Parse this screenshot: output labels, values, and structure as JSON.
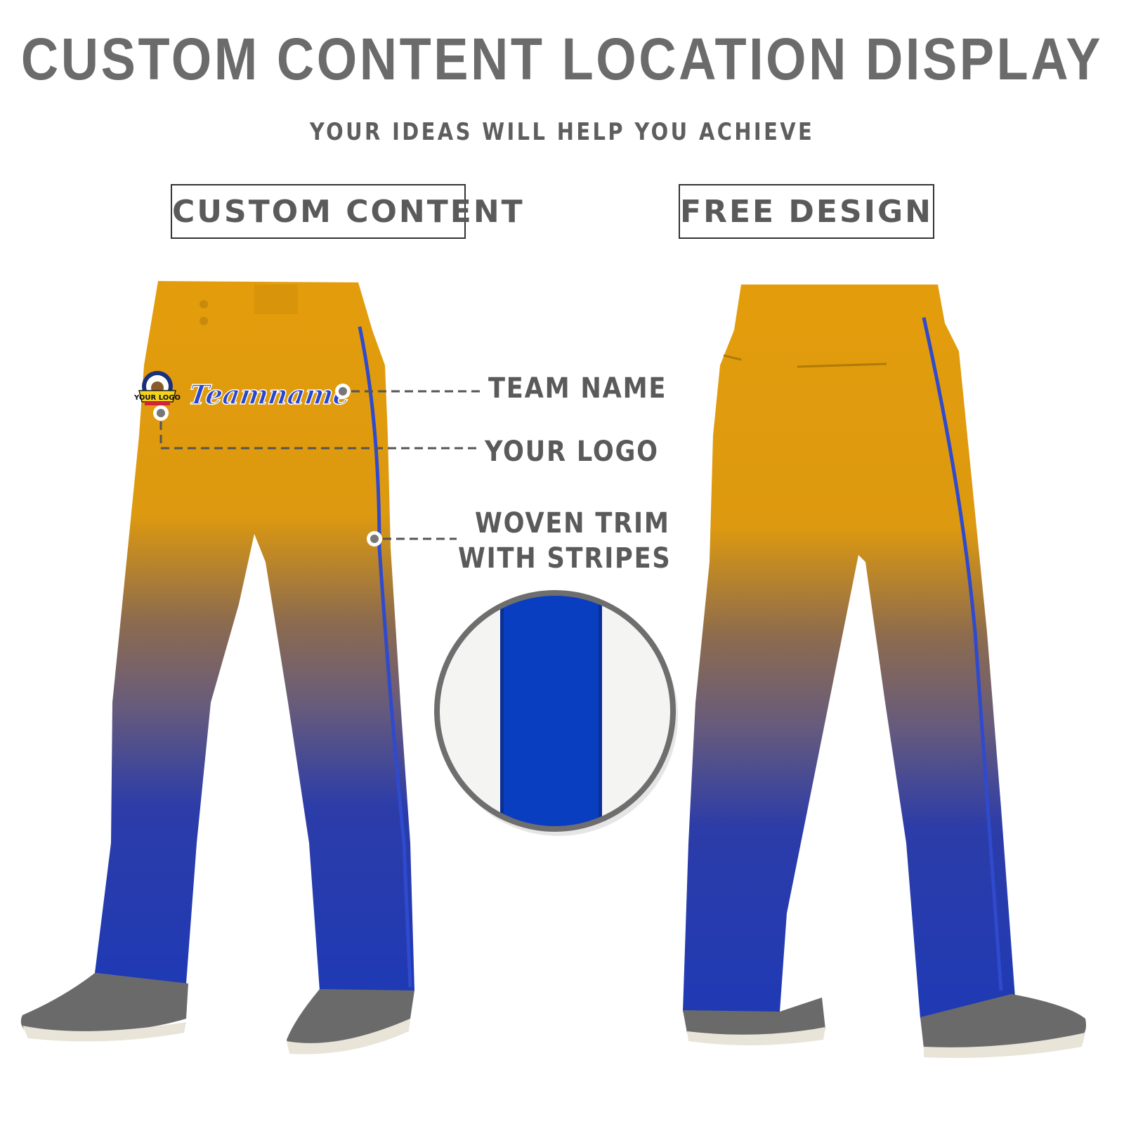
{
  "header": {
    "title": "CUSTOM CONTENT LOCATION DISPLAY",
    "subtitle": "YOUR IDEAS WILL HELP YOU ACHIEVE"
  },
  "sections": {
    "front_label": "CUSTOM CONTENT",
    "back_label": "FREE DESIGN"
  },
  "callouts": {
    "team_name": "TEAM NAME",
    "your_logo": "YOUR LOGO",
    "woven_trim_line1": "WOVEN TRIM",
    "woven_trim_line2": "WITH STRIPES"
  },
  "front_pants": {
    "team_text": "Teamname",
    "logo_text": "YOUR LOGO"
  },
  "colors": {
    "gradient_top": "#E39D0C",
    "gradient_mid": "#8C6B4E",
    "gradient_bottom": "#1F3AB5",
    "trim": "#2F4ACC",
    "text_gray": "#6B6B6B",
    "shoe": "#6A6A6A"
  }
}
